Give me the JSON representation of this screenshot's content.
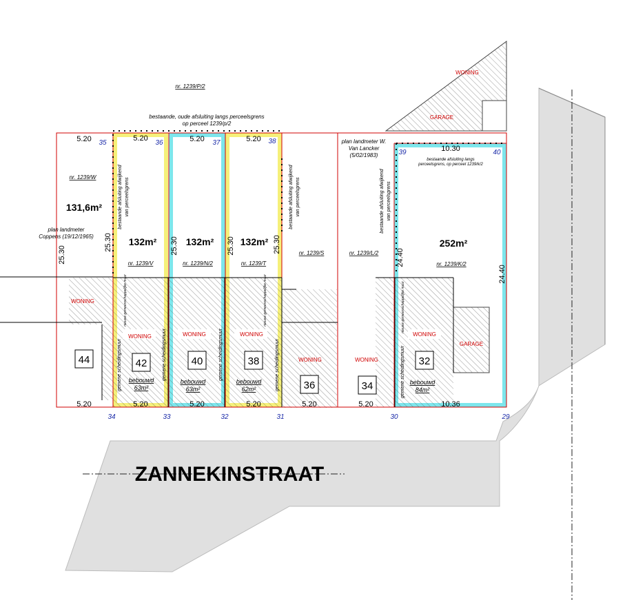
{
  "street": "ZANNEKINSTRAAT",
  "parcels_top": {
    "p1239P2": "nr. 1239/P/2",
    "fence_note_1": "bestaande, oude afsluiting langs perceelsgrens",
    "fence_note_2": "op perceel 1239/p/2",
    "plan_wvl_1": "plan landmeter W.",
    "plan_wvl_2": "Van Lancker",
    "plan_wvl_3": "(5/02/1983)",
    "plan_coppens_1": "plan landmeter",
    "plan_coppens_2": "Coppens (19/12/1965)"
  },
  "parcel_numbers": {
    "w": "nr. 1239/W",
    "v": "nr. 1239/V",
    "n2": "nr. 1239/N/2",
    "t": "nr. 1239/T",
    "s": "nr. 1239/S",
    "l2": "nr. 1239/L/2",
    "k2": "nr. 1239/K/2"
  },
  "areas": {
    "a44": "131,6m²",
    "a42": "132m²",
    "a40": "132m²",
    "a38": "132m²",
    "a32": "252m²"
  },
  "dims": {
    "w520": "5.20",
    "w1030": "10.30",
    "w1036": "10.36",
    "h2530": "25.30",
    "h2440": "24.40"
  },
  "points": [
    "35",
    "36",
    "37",
    "38",
    "39",
    "40",
    "34",
    "33",
    "32",
    "31",
    "30",
    "29"
  ],
  "house_numbers": [
    "44",
    "42",
    "40",
    "38",
    "36",
    "34",
    "32"
  ],
  "labels": {
    "woning": "WONING",
    "garage": "GARAGE",
    "bebouwd": "bebouwd",
    "b63": "63m²",
    "b62": "62m²",
    "b84": "84m²",
    "afsluiting_1": "bestaande afsluiting afwijkend",
    "afsluiting_2": "van perceelsgrens",
    "afsluiting_40_1": "bestaande afsluiting langs",
    "afsluiting_40_2": "perceelsgrens, op perceel 1239/k/2",
    "muur": "gemene scheidingsmuur",
    "note_small": "nieuwe gemeenschappelijke muur"
  },
  "colors": {
    "yellow": "#f5f07a",
    "cyan": "#7de6ec",
    "red": "#d00000",
    "blue": "#1a2aa8",
    "road": "#e0e0e0"
  }
}
